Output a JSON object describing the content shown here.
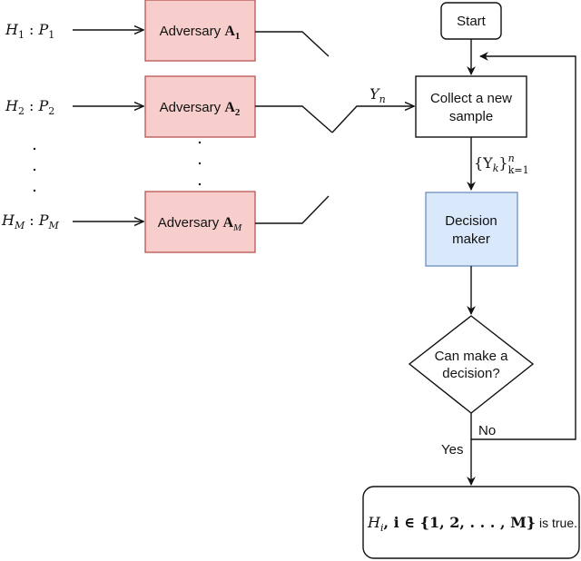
{
  "hypotheses": [
    {
      "h": "H",
      "hsub": "1",
      "p": "P",
      "psub": "1"
    },
    {
      "h": "H",
      "hsub": "2",
      "p": "P",
      "psub": "2"
    },
    {
      "h": "H",
      "hsub": "M",
      "p": "P",
      "psub": "M"
    }
  ],
  "adversaries": [
    {
      "label": "Adversary",
      "sym": "A",
      "sub": "1"
    },
    {
      "label": "Adversary",
      "sym": "A",
      "sub": "2"
    },
    {
      "label": "Adversary",
      "sym": "A",
      "sub": "M"
    }
  ],
  "signal": {
    "sym": "Y",
    "sub": "n"
  },
  "flow": {
    "start": "Start",
    "collect_line1": "Collect a new",
    "collect_line2": "sample",
    "samples": {
      "open": "{Y",
      "sub_k": "k",
      "close": "}",
      "sup": "n",
      "sub": "k=1"
    },
    "decision_line1": "Decision",
    "decision_line2": "maker",
    "question_line1": "Can make a",
    "question_line2": "decision?",
    "no": "No",
    "yes": "Yes",
    "result_math": "H",
    "result_sub": "i",
    "result_set": ", i ∈ {1, 2, . . . , M}",
    "result_text": " is true."
  },
  "colors": {
    "adversary_fill": "#f8cecc",
    "adversary_stroke": "#b85450",
    "decision_fill": "#dae8fc",
    "decision_stroke": "#6c8ebf",
    "line": "#111111"
  }
}
